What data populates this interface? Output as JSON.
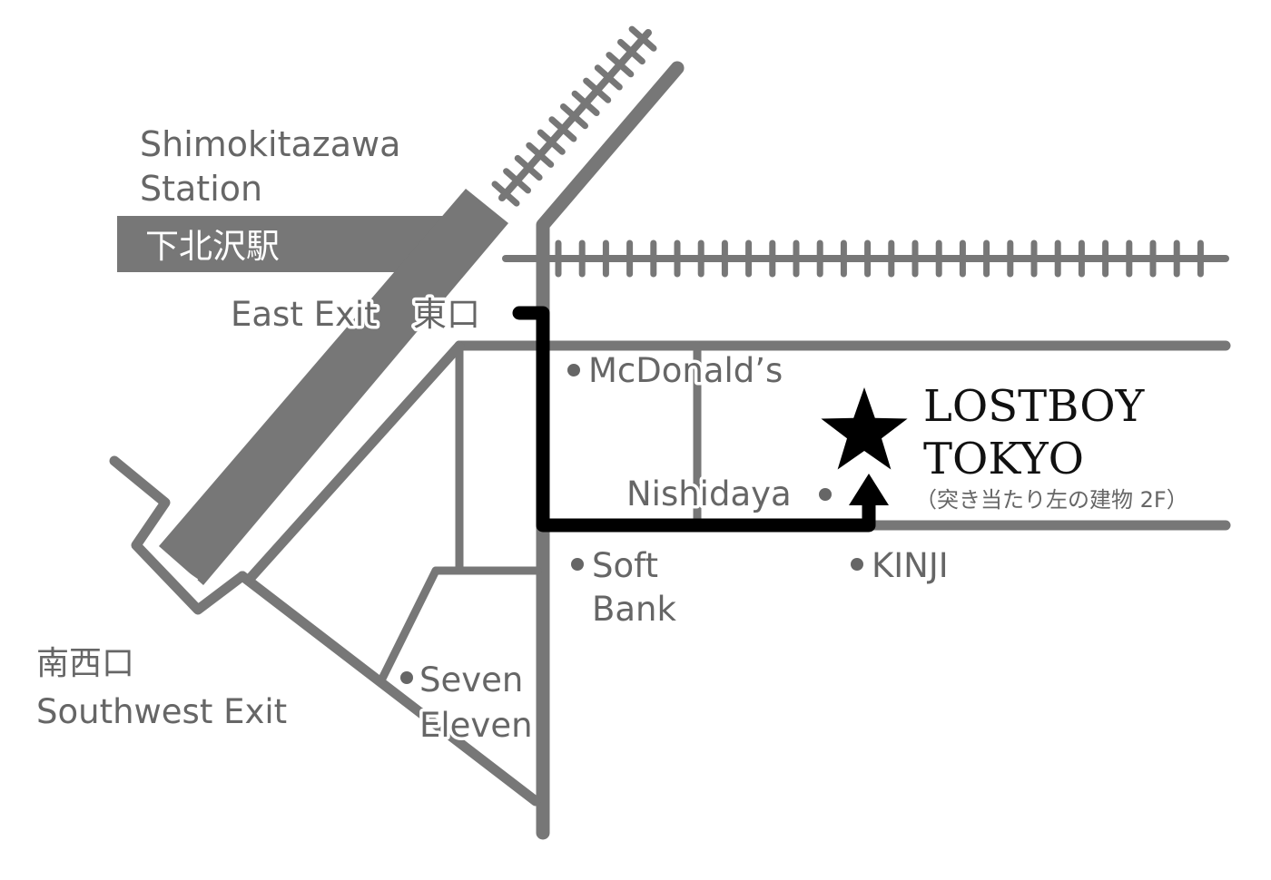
{
  "station": {
    "name_en_line1": "Shimokitazawa",
    "name_en_line2": "Station",
    "name_jp": "下北沢駅",
    "east_exit_en": "East Exit",
    "east_exit_jp": "東口",
    "southwest_exit_jp": "南西口",
    "southwest_exit_en": "Southwest Exit"
  },
  "landmarks": {
    "mcdonalds": "McDonald’s",
    "nishidaya": "Nishidaya",
    "softbank_line1": "Soft",
    "softbank_line2": "Bank",
    "kinji": "KINJI",
    "seven_line1": "Seven",
    "seven_line2": "Eleven"
  },
  "destination": {
    "name_line1": "LOSTBOY",
    "name_line2": "TOKYO",
    "note": "（突き当たり左の建物 2F）",
    "marker_icon": "star-icon"
  },
  "colors": {
    "road": "#777777",
    "route": "#000000",
    "label": "#666666",
    "background": "#ffffff"
  }
}
